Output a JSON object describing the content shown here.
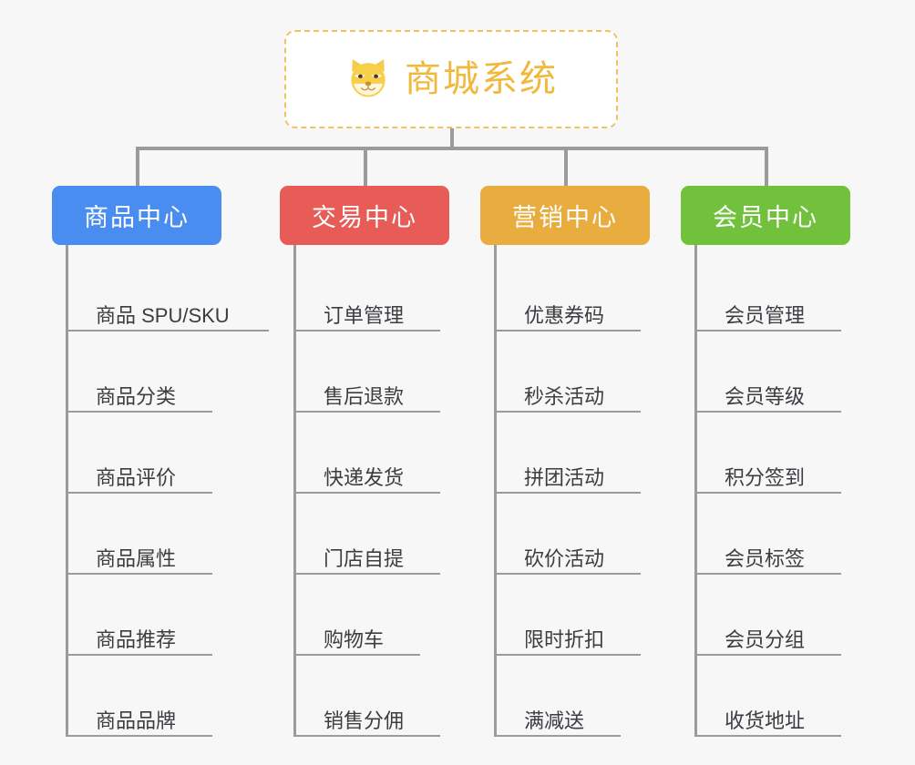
{
  "page": {
    "background_color": "#f7f7f7",
    "type": "mindmap"
  },
  "root": {
    "title": "商城系统",
    "icon": "shiba-dog-emoji",
    "text_color": "#f0b93c",
    "border_color": "#f3c260",
    "background_color": "#ffffff"
  },
  "connector": {
    "color": "#9b9b9b"
  },
  "columns": [
    {
      "header": "商品中心",
      "color": "#4a8df0",
      "items": [
        "商品 SPU/SKU",
        "商品分类",
        "商品评价",
        "商品属性",
        "商品推荐",
        "商品品牌"
      ]
    },
    {
      "header": "交易中心",
      "color": "#e85c58",
      "items": [
        "订单管理",
        "售后退款",
        "快递发货",
        "门店自提",
        "购物车",
        "销售分佣"
      ]
    },
    {
      "header": "营销中心",
      "color": "#e9ac3e",
      "items": [
        "优惠券码",
        "秒杀活动",
        "拼团活动",
        "砍价活动",
        "限时折扣",
        "满减送"
      ]
    },
    {
      "header": "会员中心",
      "color": "#72c13d",
      "items": [
        "会员管理",
        "会员等级",
        "积分签到",
        "会员标签",
        "会员分组",
        "收货地址"
      ]
    }
  ]
}
